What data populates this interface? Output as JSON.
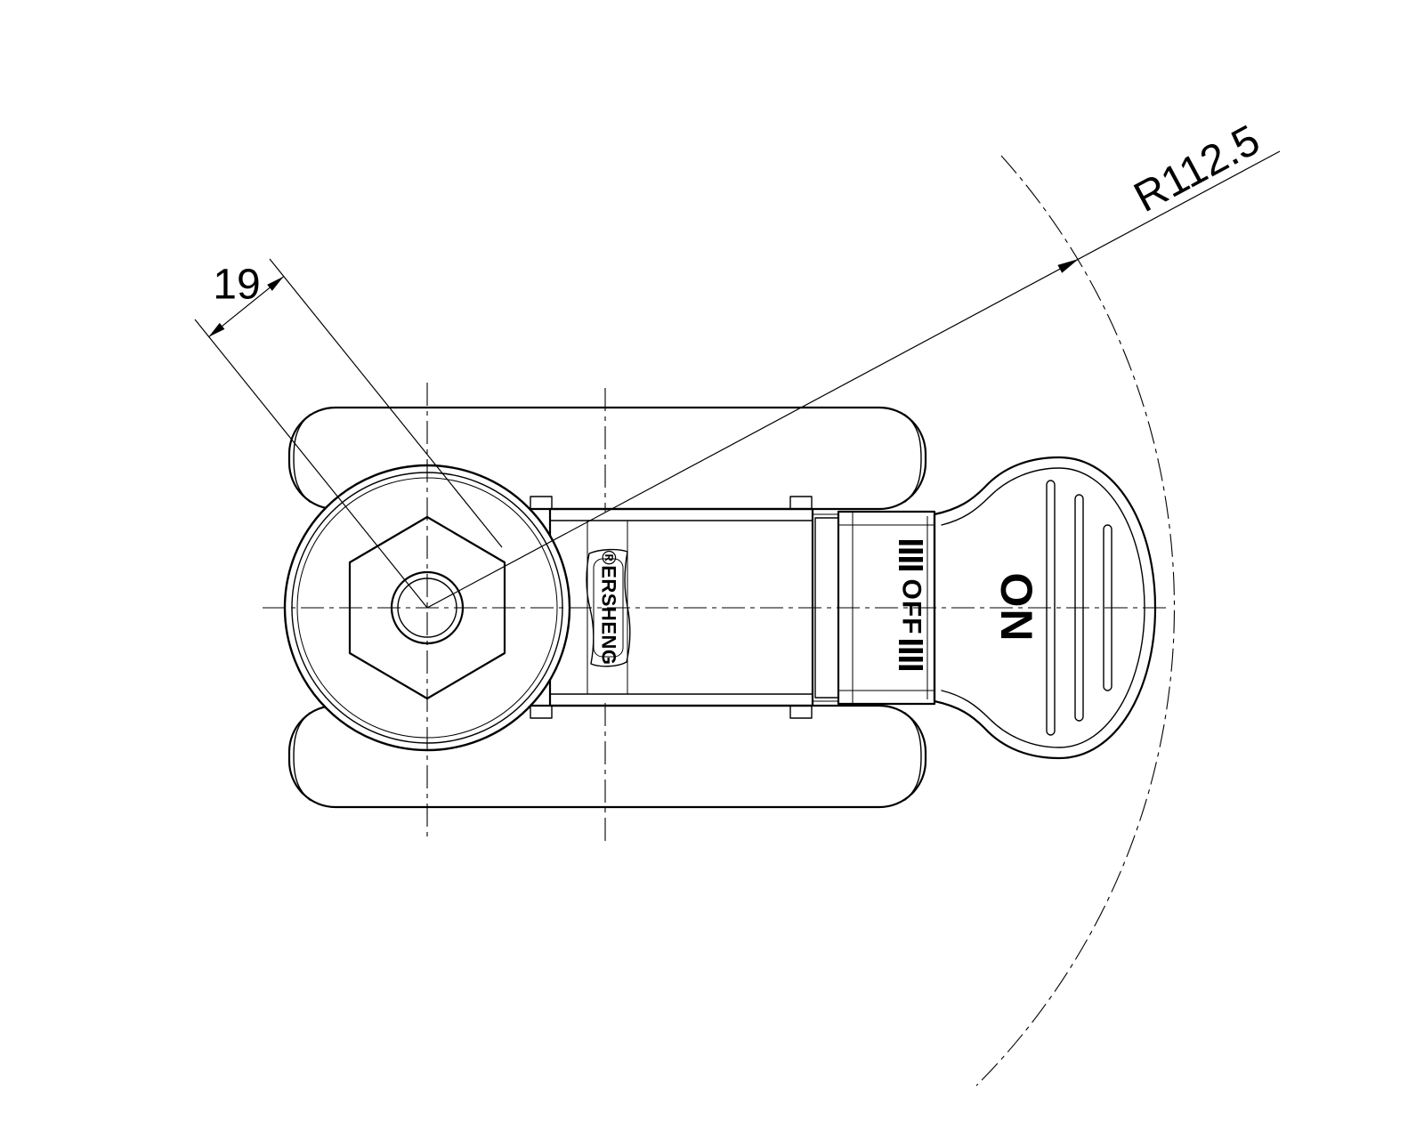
{
  "page": {
    "background": "#ffffff",
    "line_color": "#000000",
    "type": "technical-drawing",
    "view": "caster-wheel-top-view-with-brake-pedal"
  },
  "dimensions": {
    "offset": {
      "label": "19"
    },
    "radius": {
      "label": "R112.5"
    }
  },
  "part_labels": {
    "brand": "®ERSHENG",
    "off": "OFF",
    "on": "ON"
  }
}
